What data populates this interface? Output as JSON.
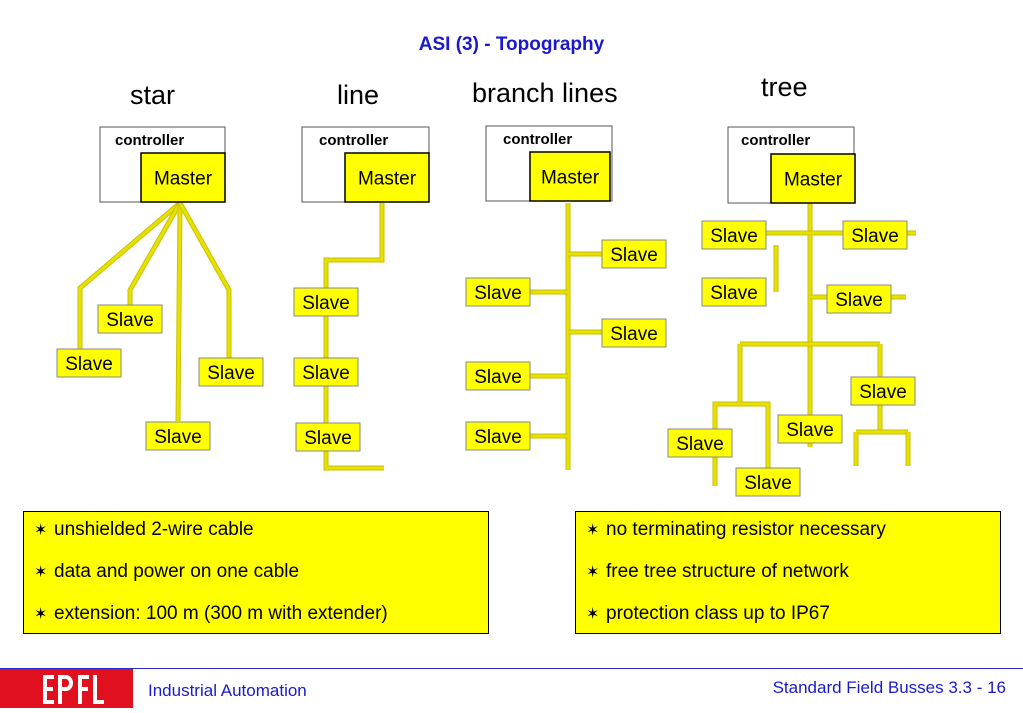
{
  "title": "ASI (3) - Topography",
  "topologies": {
    "star": "star",
    "line": "line",
    "branch": "branch lines",
    "tree": "tree"
  },
  "labels": {
    "controller": "controller",
    "master": "Master",
    "slave": "Slave"
  },
  "box_left": {
    "items": [
      "unshielded 2-wire cable",
      "data and power on one cable",
      "extension: 100 m (300 m with extender)"
    ]
  },
  "box_right": {
    "items": [
      "no terminating resistor necessary",
      "free tree structure of network",
      "protection class up to IP67"
    ]
  },
  "footer": {
    "left": "Industrial Automation",
    "right": "Standard Field Busses 3.3 - 16"
  },
  "colors": {
    "title": "#1a1acc",
    "node_fill": "#ffff00",
    "cable": "#e8e000"
  },
  "icons": {
    "bullet": "star-bullet-icon",
    "logo": "epfl-logo"
  }
}
